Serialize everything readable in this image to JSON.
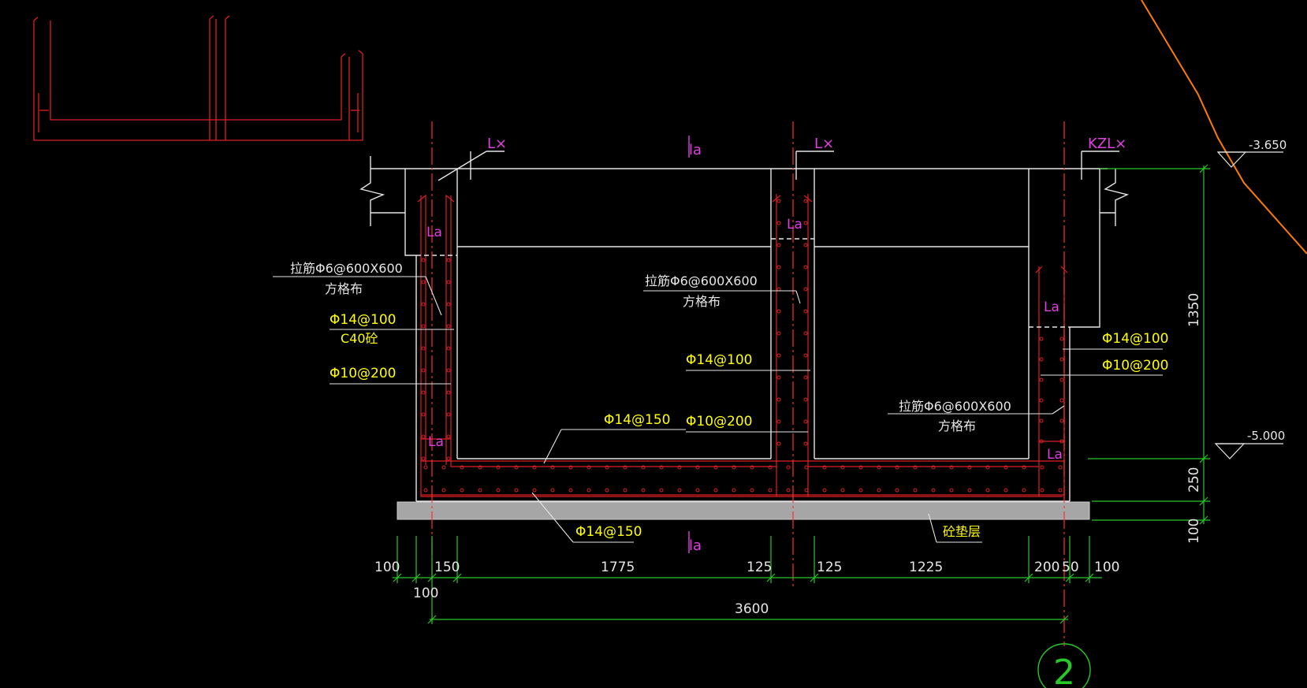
{
  "colors": {
    "background": "#000000",
    "outline": "#e6e6e6",
    "rebar": "#e02020",
    "axis": "#ff3030",
    "dimension": "#28c828",
    "rebar_label": "#ffff00",
    "anchor_label": "#e040e0",
    "contour": "#ff7a00",
    "cushion_fill": "#a6a6a6"
  },
  "labels": {
    "beam_left": "L×",
    "beam_mid": "L×",
    "beam_right": "KZL×",
    "la_top": "la",
    "la_bottom": "la",
    "la_left_top": "La",
    "la_left_bottom": "La",
    "la_mid": "La",
    "la_right_top": "La",
    "la_right_bottom": "La"
  },
  "rebar_notes": {
    "tie_left": "拉筋Φ6@600X600",
    "tie_left_sub": "方格布",
    "wall_left_vertical": "Φ14@100",
    "concrete_grade": "C40砼",
    "wall_left_horizontal": "Φ10@200",
    "tie_mid": "拉筋Φ6@600X600",
    "tie_mid_sub": "方格布",
    "wall_mid_vertical": "Φ14@100",
    "wall_mid_horizontal": "Φ10@200",
    "slab_top": "Φ14@150",
    "slab_bottom": "Φ14@150",
    "wall_right_vertical": "Φ14@100",
    "wall_right_horizontal": "Φ10@200",
    "tie_right": "拉筋Φ6@600X600",
    "tie_right_sub": "方格布",
    "cushion": "砼垫层"
  },
  "elevations": {
    "top": "-3.650",
    "bottom": "-5.000"
  },
  "dimensions": {
    "d100_left": "100",
    "d100_below": "100",
    "d150": "150",
    "d1775": "1775",
    "d125_a": "125",
    "d125_b": "125",
    "d1225": "1225",
    "d200": "200",
    "d50": "50",
    "d100_right": "100",
    "total": "3600",
    "v1350": "1350",
    "v250": "250",
    "v100": "100"
  },
  "axis_bubble": "2"
}
